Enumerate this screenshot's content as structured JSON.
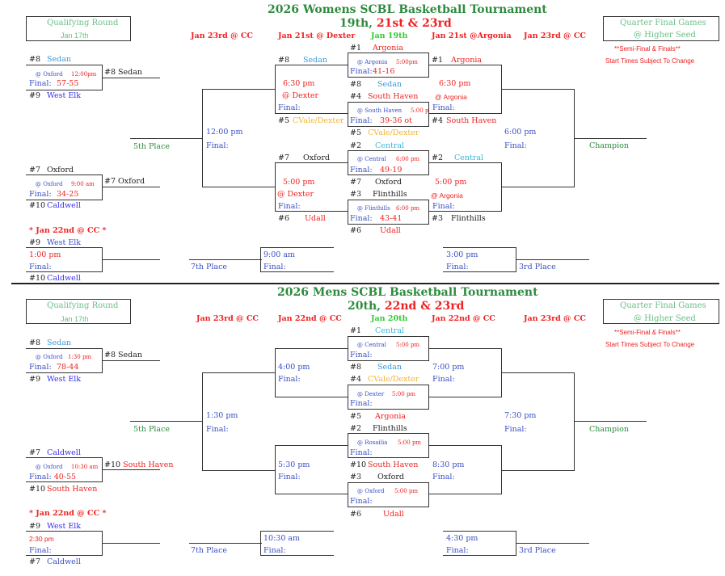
{
  "womens": {
    "title": "2026 Womens SCBL Basketball Tournament",
    "subtitle_a": "19th, ",
    "subtitle_b": "21st & 23rd",
    "qual_box": {
      "line1": "Qualifying Round",
      "line2": "Jan 17th"
    },
    "qf_box": {
      "line1": "Quarter Final Games",
      "line2": "@ Higher Seed"
    },
    "note1": "**Semi-Final & Finals**",
    "note2": "Start Times Subject To Change",
    "col_headers": [
      "Jan 23rd @ CC",
      "Jan 21st @ Dexter",
      "Jan 19th",
      "Jan 21st @Argonia",
      "Jan 23rd @ CC"
    ],
    "qual1": {
      "top": {
        "seed": "#8",
        "team": "Sedan"
      },
      "venue": "@  Oxford",
      "time": "12:00pm",
      "final_label": "Final:",
      "score": "57-55",
      "bottom": {
        "seed": "#9",
        "team": "West Elk"
      },
      "winner": "#8 Sedan"
    },
    "qual2": {
      "top": {
        "seed": "#7",
        "team": "Oxford"
      },
      "venue": "@  Oxford",
      "time": "9:00 am",
      "final_label": "Final:",
      "score": "34-25",
      "bottom": {
        "seed": "#10",
        "team": "Caldwell"
      },
      "winner": "#7 Oxford"
    },
    "jan22": {
      "header": "* Jan 22nd @ CC *",
      "top": {
        "seed": "#9",
        "team": "West Elk"
      },
      "time": "1:00 pm",
      "final_label": "Final:",
      "bottom": {
        "seed": "#10",
        "team": "Caldwell"
      }
    },
    "qf1": {
      "top": {
        "seed": "#1",
        "team": "Argonia"
      },
      "venue": "@  Argonia",
      "time": "5:00pm",
      "final_label": "Final:",
      "score": "41-16",
      "bottom": {
        "seed": "#8",
        "team": "Sedan"
      }
    },
    "qf2": {
      "top": {
        "seed": "#4",
        "team": "South Haven"
      },
      "venue": "@  South Haven",
      "time": "5:00 p",
      "final_label": "Final:",
      "score": "39-36 ot",
      "bottom": {
        "seed": "#5",
        "team": "CVale/Dexter"
      }
    },
    "qf3": {
      "top": {
        "seed": "#2",
        "team": "Central"
      },
      "venue": "@  Central",
      "time": "6:00 pm",
      "final_label": "Final:",
      "score": "49-19",
      "bottom": {
        "seed": "#7",
        "team": "Oxford"
      }
    },
    "qf4": {
      "top": {
        "seed": "#3",
        "team": "Flinthills"
      },
      "venue": "@  Flinthills",
      "time": "6:00 pm",
      "final_label": "Final:",
      "score": "43-41",
      "bottom": {
        "seed": "#6",
        "team": "Udall"
      }
    },
    "cons_sf1": {
      "top": {
        "seed": "#8",
        "team": "Sedan"
      },
      "time": "6:30 pm",
      "venue": "@ Dexter",
      "final_label": "Final:",
      "bottom": {
        "seed": "#5",
        "team": "CVale/Dexter"
      }
    },
    "cons_sf2": {
      "top": {
        "seed": "#7",
        "team": "Oxford"
      },
      "time": "5:00 pm",
      "venue": "@ Dexter",
      "final_label": "Final:",
      "bottom": {
        "seed": "#6",
        "team": "Udall"
      }
    },
    "sf1": {
      "top": {
        "seed": "#1",
        "team": "Argonia"
      },
      "time": "6:30 pm",
      "venue": "@ Argonia",
      "final_label": "Final:",
      "bottom": {
        "seed": "#4",
        "team": "South Haven"
      }
    },
    "sf2": {
      "top": {
        "seed": "#2",
        "team": "Central"
      },
      "time": "5:00 pm",
      "venue": "@ Argonia",
      "final_label": "Final:",
      "bottom": {
        "seed": "#3",
        "team": "Flinthills"
      }
    },
    "fifth": {
      "time": "12:00 pm",
      "final_label": "Final:",
      "label": "5th Place"
    },
    "champ": {
      "time": "6:00 pm",
      "final_label": "Final:",
      "label": "Champion"
    },
    "seventh": {
      "time": "9:00 am",
      "final_label": "Final:",
      "label": "7th Place"
    },
    "third": {
      "time": "3:00 pm",
      "final_label": "Final:",
      "label": "3rd Place"
    }
  },
  "mens": {
    "title": "2026 Mens SCBL Basketball Tournament",
    "subtitle_a": "20th, ",
    "subtitle_b": "22nd & 23rd",
    "qual_box": {
      "line1": "Qualifying Round",
      "line2": "Jan 17th"
    },
    "qf_box": {
      "line1": "Quarter Final Games",
      "line2": "@ Higher Seed"
    },
    "note1": "**Semi-Final & Finals**",
    "note2": "Start Times Subject To Change",
    "col_headers": [
      "Jan 23rd @ CC",
      "Jan 22nd @ CC",
      "Jan 20th",
      "Jan 22nd @ CC",
      "Jan 23rd @ CC"
    ],
    "qual1": {
      "top": {
        "seed": "#8",
        "team": "Sedan"
      },
      "venue": "@  Oxford",
      "time": "1:30 pm",
      "final_label": "Final:",
      "score": "78-44",
      "bottom": {
        "seed": "#9",
        "team": "West Elk"
      },
      "winner": "#8 Sedan"
    },
    "qual2": {
      "top": {
        "seed": "#7",
        "team": "Caldwell"
      },
      "venue": "@  Oxford",
      "time": "10:30 am",
      "final_label": "Final:",
      "score": "40-55",
      "bottom": {
        "seed": "#10",
        "team": "South Haven"
      },
      "winner_seed": "#10",
      "winner_team": "South Haven"
    },
    "jan22": {
      "header": "* Jan 22nd @ CC *",
      "top": {
        "seed": "#9",
        "team": "West Elk"
      },
      "time": "2:30 pm",
      "final_label": "Final:",
      "bottom": {
        "seed": "#7",
        "team": "Caldwell"
      }
    },
    "qf1": {
      "top": {
        "seed": "#1",
        "team": "Central"
      },
      "venue": "@  Central",
      "time": "5:00 pm",
      "final_label": "Final:",
      "bottom": {
        "seed": "#8",
        "team": "Sedan"
      }
    },
    "qf2": {
      "top": {
        "seed": "#4",
        "team": "CVale/Dexter"
      },
      "venue": "@  Dexter",
      "time": "5:00 pm",
      "final_label": "Final:",
      "bottom": {
        "seed": "#5",
        "team": "Argonia"
      }
    },
    "qf3": {
      "top": {
        "seed": "#2",
        "team": "Flinthills"
      },
      "venue": "@  Rosailia",
      "time": "5:00 pm",
      "final_label": "Final:",
      "bottom": {
        "seed": "#10",
        "team": "South Haven"
      }
    },
    "qf4": {
      "top": {
        "seed": "#3",
        "team": "Oxford"
      },
      "venue": "@  Oxford",
      "time": "5:00 pm",
      "final_label": "Final:",
      "bottom": {
        "seed": "#6",
        "team": "Udall"
      }
    },
    "cons_sf1": {
      "time": "4:00 pm",
      "final_label": "Final:"
    },
    "cons_sf2": {
      "time": "5:30 pm",
      "final_label": "Final:"
    },
    "sf1": {
      "time": "7:00 pm",
      "final_label": "Final:"
    },
    "sf2": {
      "time": "8:30 pm",
      "final_label": "Final:"
    },
    "fifth": {
      "time": "1:30 pm",
      "final_label": "Final:",
      "label": "5th Place"
    },
    "champ": {
      "time": "7:30 pm",
      "final_label": "Final:",
      "label": "Champion"
    },
    "seventh": {
      "time": "10:30 am",
      "final_label": "Final:",
      "label": "7th Place"
    },
    "third": {
      "time": "4:30 pm",
      "final_label": "Final:",
      "label": "3rd Place"
    }
  }
}
